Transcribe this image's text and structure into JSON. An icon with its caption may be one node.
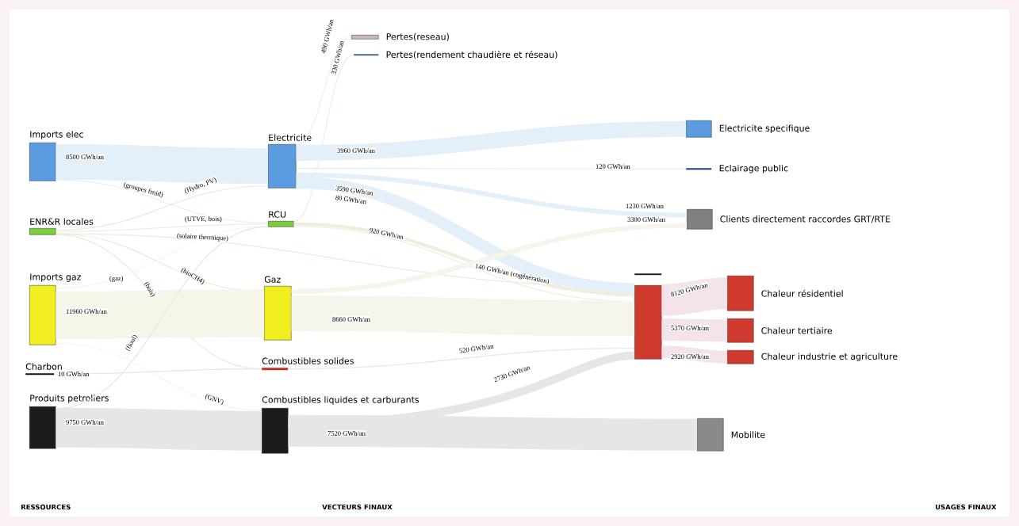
{
  "diagram": {
    "nodes": [
      {
        "text": [
          "Imports elec"
        ]
      },
      {
        "text": [
          "ENR&R locales"
        ]
      },
      {
        "text": [
          "Imports gaz"
        ]
      },
      {
        "text": [
          "Charbon"
        ]
      },
      {
        "text": [
          "Produits petroliers"
        ]
      },
      {
        "text": [
          "Electricite"
        ]
      },
      {
        "text": [
          "RCU"
        ]
      },
      {
        "text": [
          "Gaz"
        ]
      },
      {
        "text": [
          "Combustibles solides"
        ]
      },
      {
        "text": [
          "Combustibles liquides et carburants"
        ]
      },
      {
        "text": [
          "Pertes(reseau)"
        ]
      },
      {
        "text": [
          "Pertes(rendement chaudière et réseau)"
        ]
      },
      {
        "text": [
          "Electricite specifique"
        ]
      },
      {
        "text": [
          "Eclairage public"
        ]
      },
      {
        "text": [
          "Clients directement raccordes GRT/RTE"
        ]
      },
      {
        "text": [],
        "shape": "bar"
      },
      {
        "text": [],
        "shape": "bar"
      },
      {
        "text": [
          "Chaleur résidentiel"
        ]
      },
      {
        "text": [
          "Chaleur tertiaire"
        ]
      },
      {
        "text": [
          "Chaleur industrie et agriculture"
        ]
      },
      {
        "text": [
          "Mobilite"
        ]
      }
    ],
    "edges": [
      {
        "from": 0,
        "to": 5,
        "arrow": "none",
        "label": "8500 GWh/an",
        "style": "thick"
      },
      {
        "from": 0,
        "to": 6,
        "arrow": "none",
        "label": "(groupes froid)"
      },
      {
        "from": 1,
        "to": 5,
        "arrow": "none",
        "label": "(Hydro, PV)"
      },
      {
        "from": 1,
        "to": 6,
        "arrow": "none",
        "label": "(UTVE, bois)"
      },
      {
        "from": 1,
        "to": 16,
        "arrow": "none",
        "label": "(solaire thermique)"
      },
      {
        "from": 1,
        "to": 7,
        "arrow": "none",
        "label": "(bioCH4)"
      },
      {
        "from": 1,
        "to": 8,
        "arrow": "none",
        "label": "(bois)"
      },
      {
        "from": 2,
        "to": 6,
        "arrow": "none",
        "label": "(gaz)"
      },
      {
        "from": 2,
        "to": 7,
        "arrow": "none",
        "label": "11960 GWh/an",
        "style": "thick"
      },
      {
        "from": 2,
        "to": 9,
        "arrow": "none",
        "label": "(GNV)"
      },
      {
        "from": 3,
        "to": 8,
        "arrow": "none",
        "label": "10 GWh/an"
      },
      {
        "from": 4,
        "to": 9,
        "arrow": "none",
        "label": "9750 GWh/an",
        "style": "thick"
      },
      {
        "from": 4,
        "to": 6,
        "arrow": "none",
        "label": "(fioul)"
      },
      {
        "from": 5,
        "to": 10,
        "arrow": "none",
        "label": "490 GWh/an"
      },
      {
        "from": 6,
        "to": 11,
        "arrow": "none",
        "label": "330 GWh/an"
      },
      {
        "from": 5,
        "to": 12,
        "arrow": "none",
        "label": "3960 GWh/an",
        "style": "thick"
      },
      {
        "from": 5,
        "to": 13,
        "arrow": "none",
        "label": "120 GWh/an"
      },
      {
        "from": 5,
        "to": 14,
        "arrow": "none",
        "label": "1230 GWh/an",
        "style": "thick"
      },
      {
        "from": 5,
        "to": 16,
        "arrow": "none",
        "label": "3590 GWh/an",
        "style": "thick"
      },
      {
        "from": 5,
        "to": 16,
        "arrow": "none",
        "label": "80 GWh/an"
      },
      {
        "from": 6,
        "to": 16,
        "arrow": "none",
        "label": "920 GWh/an",
        "style": "thick"
      },
      {
        "from": 6,
        "to": 16,
        "arrow": "none",
        "label": "140 GWh/an (cogénération)"
      },
      {
        "from": 7,
        "to": 14,
        "arrow": "none",
        "label": "3300 GWh/an",
        "style": "thick"
      },
      {
        "from": 7,
        "to": 16,
        "arrow": "none",
        "label": "8660 GWh/an",
        "style": "thick"
      },
      {
        "from": 8,
        "to": 16,
        "arrow": "none",
        "label": "520 GWh/an"
      },
      {
        "from": 9,
        "to": 16,
        "arrow": "none",
        "label": "2730 GWh/an",
        "style": "thick"
      },
      {
        "from": 9,
        "to": 20,
        "arrow": "none",
        "label": "7520 GWh/an",
        "style": "thick"
      },
      {
        "from": 16,
        "to": 17,
        "arrow": "none",
        "label": "8120 GWh/an",
        "style": "thick"
      },
      {
        "from": 16,
        "to": 18,
        "arrow": "none",
        "label": "5370 GWh/an",
        "style": "thick"
      },
      {
        "from": 16,
        "to": 19,
        "arrow": "none",
        "label": "2920 GWh/an",
        "style": "thick"
      }
    ],
    "labels": [
      "RESSOURCES",
      "VECTEURS FINAUX",
      "USAGES FINAUX"
    ]
  }
}
